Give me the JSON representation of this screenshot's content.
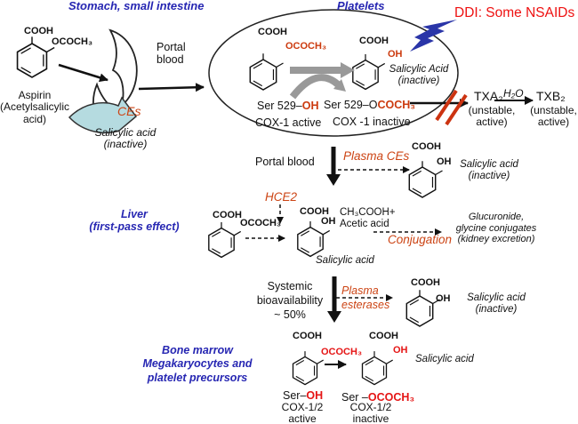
{
  "colors": {
    "title_blue": "#2626b2",
    "ddi_red": "#ee1111",
    "enzyme_orange": "#cc4414",
    "chem_orange_red": "#cc3a0e",
    "chem_bright_red": "#e51515",
    "arrow_gray": "#999999",
    "inhibition_red": "#cc3311",
    "ribbon_teal": "#b5dbe0",
    "bolt_blue": "#2a35a8"
  },
  "titles": {
    "stomach": "Stomach, small intestine",
    "platelets": "Platelets",
    "ddi": "DDI: Some NSAIDs",
    "liver": [
      "Liver",
      "(first-pass effect)"
    ],
    "bone_marrow": [
      "Bone marrow",
      "Megakaryocytes and",
      "platelet precursors"
    ]
  },
  "stomach": {
    "cooh": "COOH",
    "ococh3": "OCOCH₃",
    "aspirin": [
      "Aspirin",
      "(Acetylsalicylic",
      "acid)"
    ],
    "portal_blood": [
      "Portal",
      "blood"
    ],
    "ces": "CEs",
    "salicylic": [
      "Salicylic acid",
      "(inactive)"
    ]
  },
  "platelets": {
    "asa_cooh": "COOH",
    "asa_ococh3": "OCOCH₃",
    "sa_cooh": "COOH",
    "sa_oh": "OH",
    "salicylic": [
      "Salicylic Acid",
      "(inactive)"
    ],
    "ser_oh_prefix": "Ser 529–",
    "ser_oh_group": "OH",
    "cox_active": "COX-1 active",
    "ser_ococh3_prefix": "Ser 529–O",
    "ser_ococh3_group": "COCH₃",
    "cox_inactive": "COX -1 inactive"
  },
  "thromboxane": {
    "txa2": "TXA₂",
    "h2o": "H₂O",
    "txa2_note": [
      "(unstable,",
      "active)"
    ],
    "txb2": "TXB₂",
    "txb2_note": [
      "(unstable,",
      "active)"
    ]
  },
  "portal_row": {
    "portal_blood": "Portal blood",
    "plasma_ces": "Plasma CEs",
    "cooh": "COOH",
    "oh": "OH",
    "salicylic": [
      "Salicylic acid",
      "(inactive)"
    ]
  },
  "liver": {
    "hce2": "HCE2",
    "asa_cooh": "COOH",
    "asa_ococh3": "OCOCH₃",
    "sa_cooh": "COOH",
    "sa_oh": "OH",
    "acetic": [
      "CH₃COOH+",
      "Acetic acid"
    ],
    "salicylic": "Salicylic acid",
    "conjugation": "Conjugation",
    "products": [
      "Glucuronide,",
      "glycine conjugates",
      "(kidney excretion)"
    ]
  },
  "systemic": {
    "label": [
      "Systemic",
      "bioavailability",
      "~ 50%"
    ],
    "plasma_esterases": [
      "Plasma",
      "esterases"
    ],
    "cooh": "COOH",
    "oh": "OH",
    "salicylic": [
      "Salicylic acid",
      "(inactive)"
    ]
  },
  "bone_marrow": {
    "asa_cooh": "COOH",
    "asa_ococh3": "OCOCH₃",
    "sa_cooh": "COOH",
    "sa_oh": "OH",
    "salicylic": "Salicylic acid",
    "ser_oh_prefix": "Ser–",
    "ser_oh_group": "OH",
    "cox_active": [
      "COX-1/2",
      "active"
    ],
    "ser_ococh3_prefix": "Ser –",
    "ser_ococh3_group": "OCOCH₃",
    "cox_inactive": [
      "COX-1/2",
      "inactive"
    ]
  }
}
